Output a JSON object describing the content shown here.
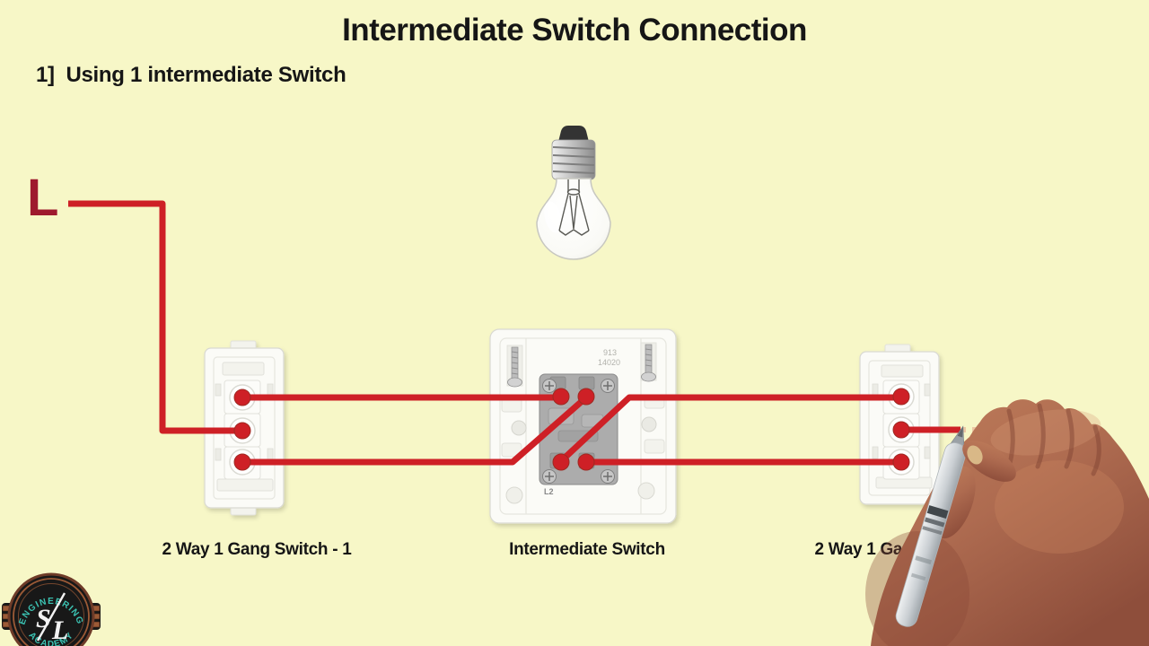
{
  "page": {
    "title": "Intermediate Switch Connection",
    "subtitle": "1]  Using 1 intermediate Switch"
  },
  "diagram": {
    "line_label": "L",
    "labels": {
      "left_switch": "2 Way 1 Gang Switch - 1",
      "middle_switch": "Intermediate Switch",
      "right_switch": "2 Way 1 Gang Switch - 2"
    },
    "plate_marking_line1": "913",
    "plate_marking_line2": "14020",
    "mechanism_terminal_label": "L2"
  },
  "logo": {
    "arc_top": "ENGINEERING",
    "arc_bottom": "ACADEMY",
    "monogram_s": "S",
    "monogram_l": "L"
  },
  "colors": {
    "background": "#F7F7C7",
    "wire_red": "#CE2026",
    "line_label_maroon": "#9E1A2E",
    "text_black": "#161616",
    "logo_teal": "#3BC2B2",
    "logo_copper": "#9C5A36",
    "pen_gray": "#C9CED2",
    "skin_tone": "#AE6B50"
  }
}
